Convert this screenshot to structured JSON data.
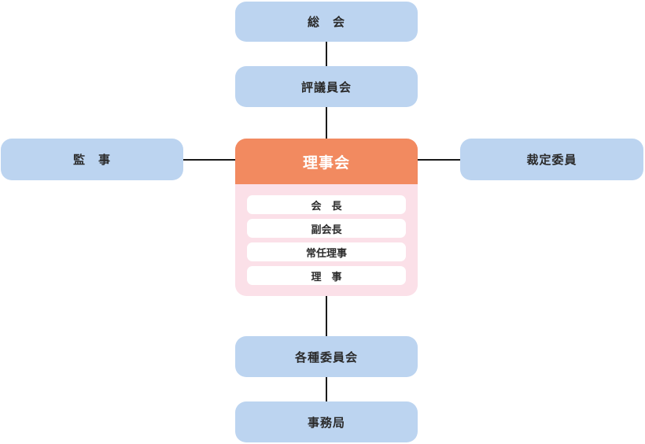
{
  "nodes": {
    "general_assembly": "総　会",
    "councilors": "評議員会",
    "auditors": "監　事",
    "board": "理事会",
    "arbitration": "裁定委員",
    "committees": "各種委員会",
    "secretariat": "事務局"
  },
  "board_roles": [
    "会　長",
    "副会長",
    "常任理事",
    "理　事"
  ],
  "colors": {
    "node_fill": "#bcd4f0",
    "board_header": "#f28a60",
    "board_body": "#fbe0e8",
    "connector": "#1a1a1a"
  }
}
